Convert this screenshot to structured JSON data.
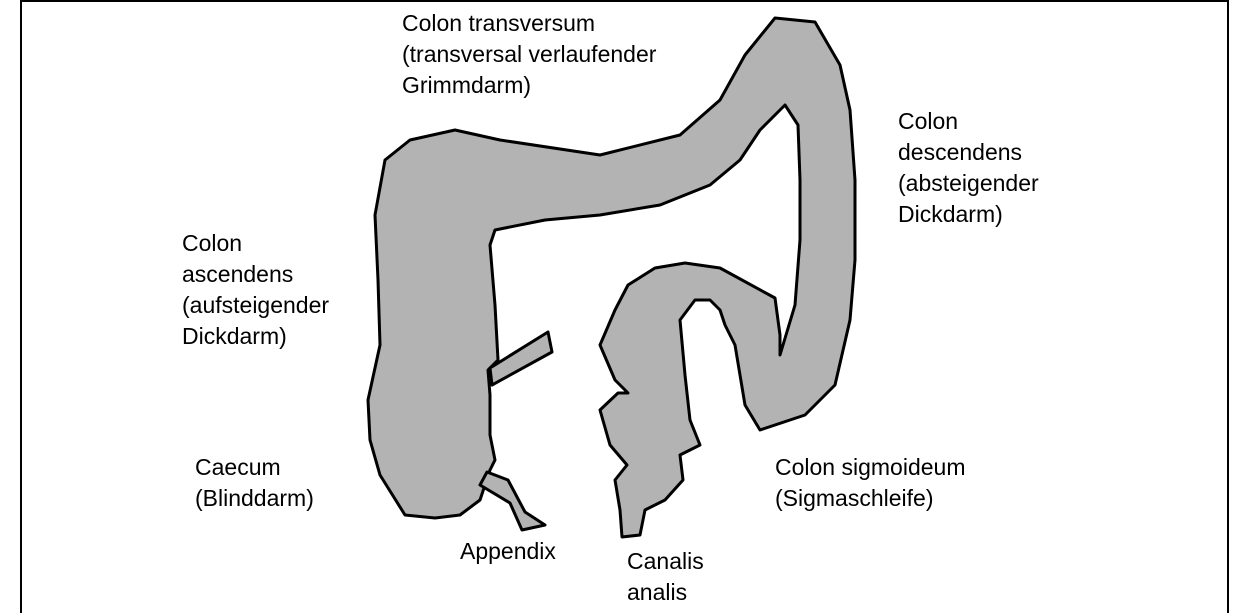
{
  "colors": {
    "organ_fill": "#b3b3b3",
    "stroke": "#000000",
    "background": "#ffffff"
  },
  "labels": {
    "transversum": [
      "Colon transversum",
      "(transversal verlaufender",
      "Grimmdarm)"
    ],
    "descendens": [
      "Colon",
      "descendens",
      "(absteigender",
      "Dickdarm)"
    ],
    "ascendens": [
      "Colon",
      "ascendens",
      "(aufsteigender",
      "Dickdarm)"
    ],
    "caecum": [
      "Caecum",
      "(Blinddarm)"
    ],
    "appendix": [
      "Appendix"
    ],
    "canalis": [
      "Canalis",
      "analis"
    ],
    "sigmoideum": [
      "Colon sigmoideum",
      "(Sigmaschleife)"
    ]
  }
}
